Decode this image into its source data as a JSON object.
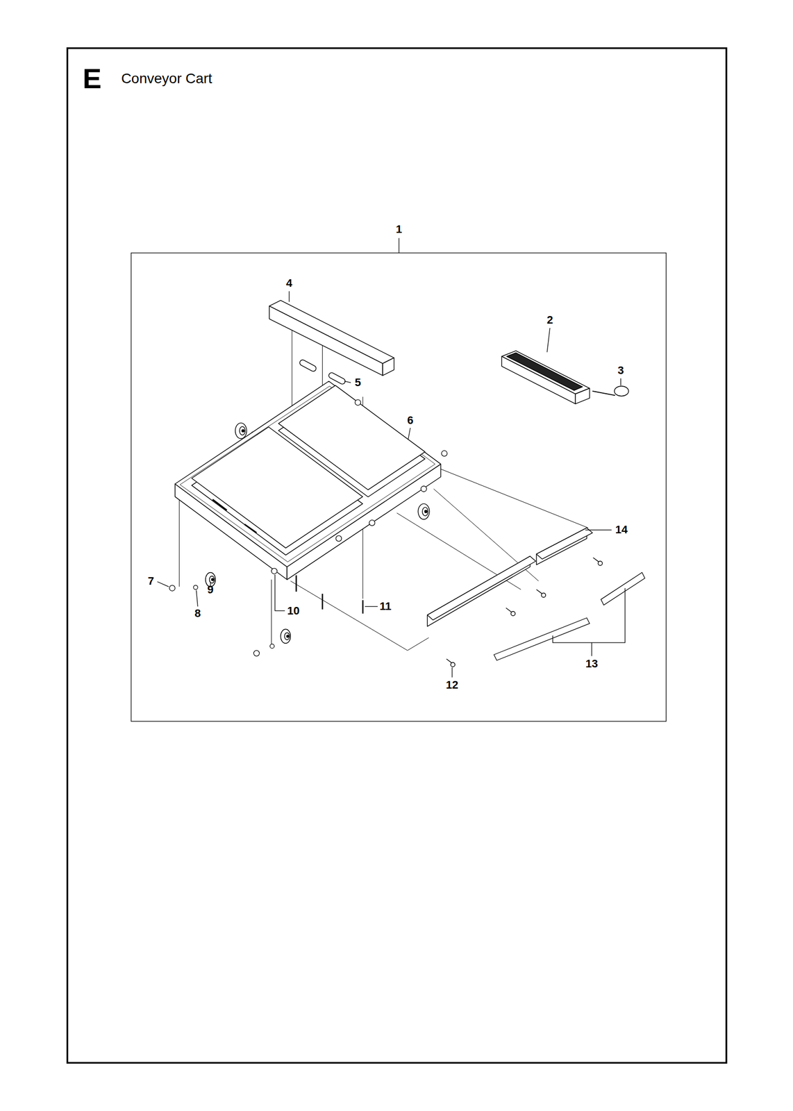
{
  "diagram": {
    "title": "Conveyor Cart",
    "labels": [
      "E",
      "1",
      "4",
      "2",
      "5",
      "3",
      "6",
      "14",
      "7",
      "9",
      "8",
      "10",
      "11",
      "13",
      "12"
    ]
  }
}
